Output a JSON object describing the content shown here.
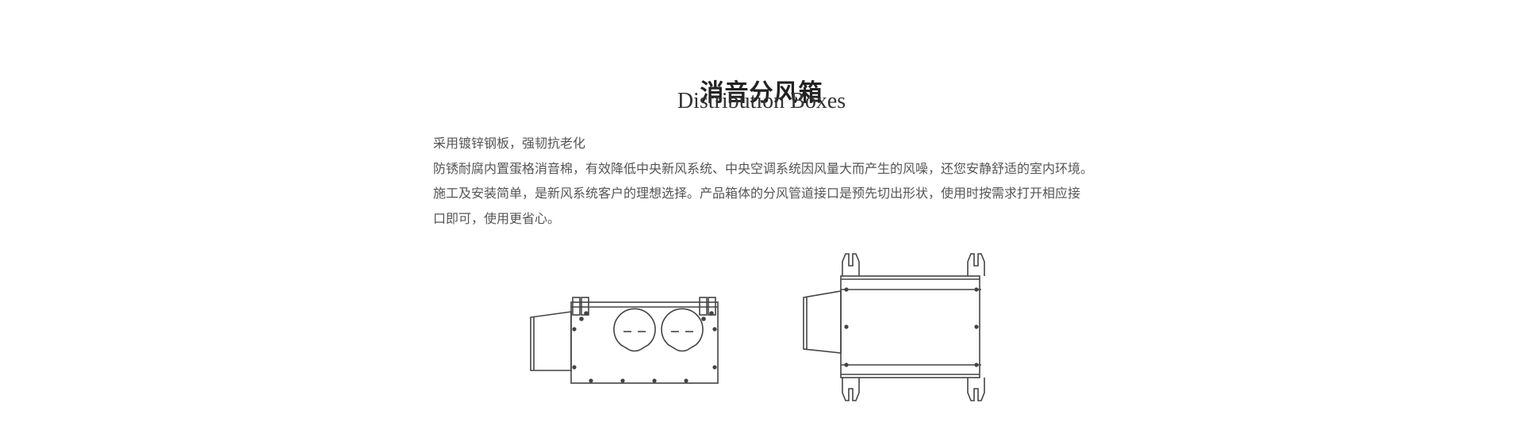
{
  "heading": {
    "title_cn": "消音分风箱",
    "title_en": "Distribution Boxes"
  },
  "description": {
    "lines": [
      "采用镀锌钢板，强韧抗老化",
      "防锈耐腐内置蛋格消音棉，有效降低中央新风系统、中央空调系统因风量大而产生的风噪，还您安静舒适的室内环境。",
      "施工及安装简单，是新风系统客户的理想选择。产品箱体的分风管道接口是预先切出形状，使用时按需求打开相应接",
      "口即可，使用更省心。"
    ]
  },
  "images": {
    "side_view": "distribution-box-side-view-drawing",
    "top_view": "distribution-box-top-view-drawing"
  }
}
